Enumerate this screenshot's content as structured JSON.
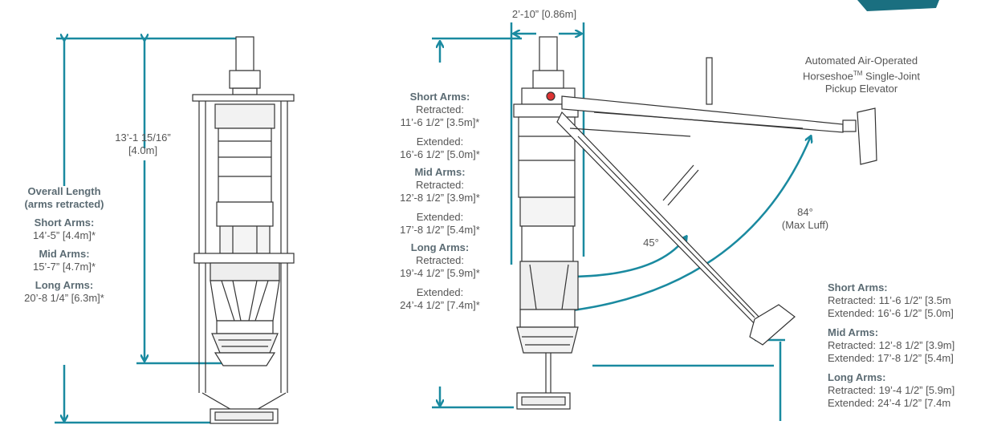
{
  "colors": {
    "accent": "#1a8aa0",
    "outline": "#333333",
    "accent_dark": "#176f7f"
  },
  "left": {
    "height_dim": [
      "13’-1 15/16”",
      "[4.0m]"
    ],
    "overall_title": [
      "Overall Length",
      "(arms retracted)"
    ],
    "short_label": "Short Arms:",
    "short_value": "14’-5” [4.4m]*",
    "mid_label": "Mid Arms:",
    "mid_value": "15’-7” [4.7m]*",
    "long_label": "Long Arms:",
    "long_value": "20’-8 1/4” [6.3m]*"
  },
  "middle": {
    "width_dim": "2’-10” [0.86m]",
    "short_label": "Short Arms:",
    "short_retracted": [
      "Retracted:",
      "11’-6 1/2” [3.5m]*"
    ],
    "short_extended": [
      "Extended:",
      "16’-6 1/2” [5.0m]*"
    ],
    "mid_label": "Mid Arms:",
    "mid_retracted": [
      "Retracted:",
      "12’-8 1/2” [3.9m]*"
    ],
    "mid_extended": [
      "Extended:",
      "17’-8 1/2” [5.4m]*"
    ],
    "long_label": "Long Arms:",
    "long_retracted": [
      "Retracted:",
      "19’-4 1/2” [5.9m]*"
    ],
    "long_extended": [
      "Extended:",
      "24’-4 1/2” [7.4m]*"
    ]
  },
  "right": {
    "elevator_caption": [
      "Automated Air-Operated",
      "Horseshoe",
      "TM",
      " Single-Joint",
      "Pickup Elevator"
    ],
    "angle_45": "45°",
    "angle_84": [
      "84°",
      "(Max Luff)"
    ],
    "short_label": "Short Arms:",
    "short_lines": [
      "Retracted: 11’-6 1/2” [3.5m",
      "Extended: 16’-6 1/2” [5.0m]"
    ],
    "mid_label": "Mid Arms:",
    "mid_lines": [
      "Retracted: 12’-8 1/2” [3.9m]",
      "Extended: 17’-8 1/2” [5.4m]"
    ],
    "long_label": "Long Arms:",
    "long_lines": [
      "Retracted: 19’-4 1/2” [5.9m]",
      "Extended: 24’-4 1/2” [7.4m"
    ]
  }
}
